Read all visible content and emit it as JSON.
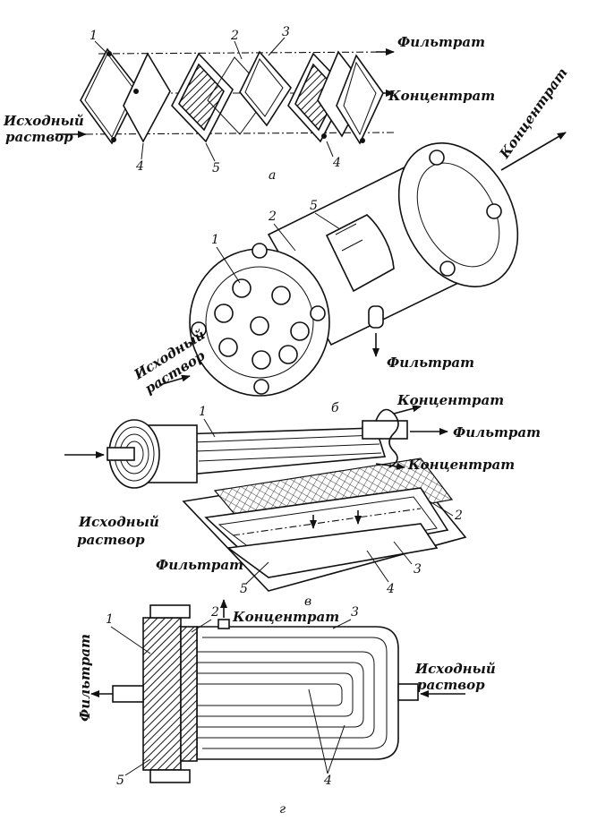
{
  "labels": {
    "filtrate": "Фильтрат",
    "concentrate": "Концентрат",
    "feed_line1": "Исходный",
    "feed_line2": "раствор"
  },
  "panel_a": {
    "caption": "а",
    "callouts": [
      "1",
      "2",
      "3",
      "4",
      "5",
      "4"
    ]
  },
  "panel_b": {
    "caption": "б",
    "callouts": [
      "1",
      "2",
      "5"
    ]
  },
  "panel_v": {
    "caption": "в",
    "callouts": [
      "1",
      "2",
      "3",
      "4",
      "5"
    ]
  },
  "panel_g": {
    "caption": "г",
    "callouts": [
      "1",
      "2",
      "3",
      "4",
      "5"
    ]
  }
}
